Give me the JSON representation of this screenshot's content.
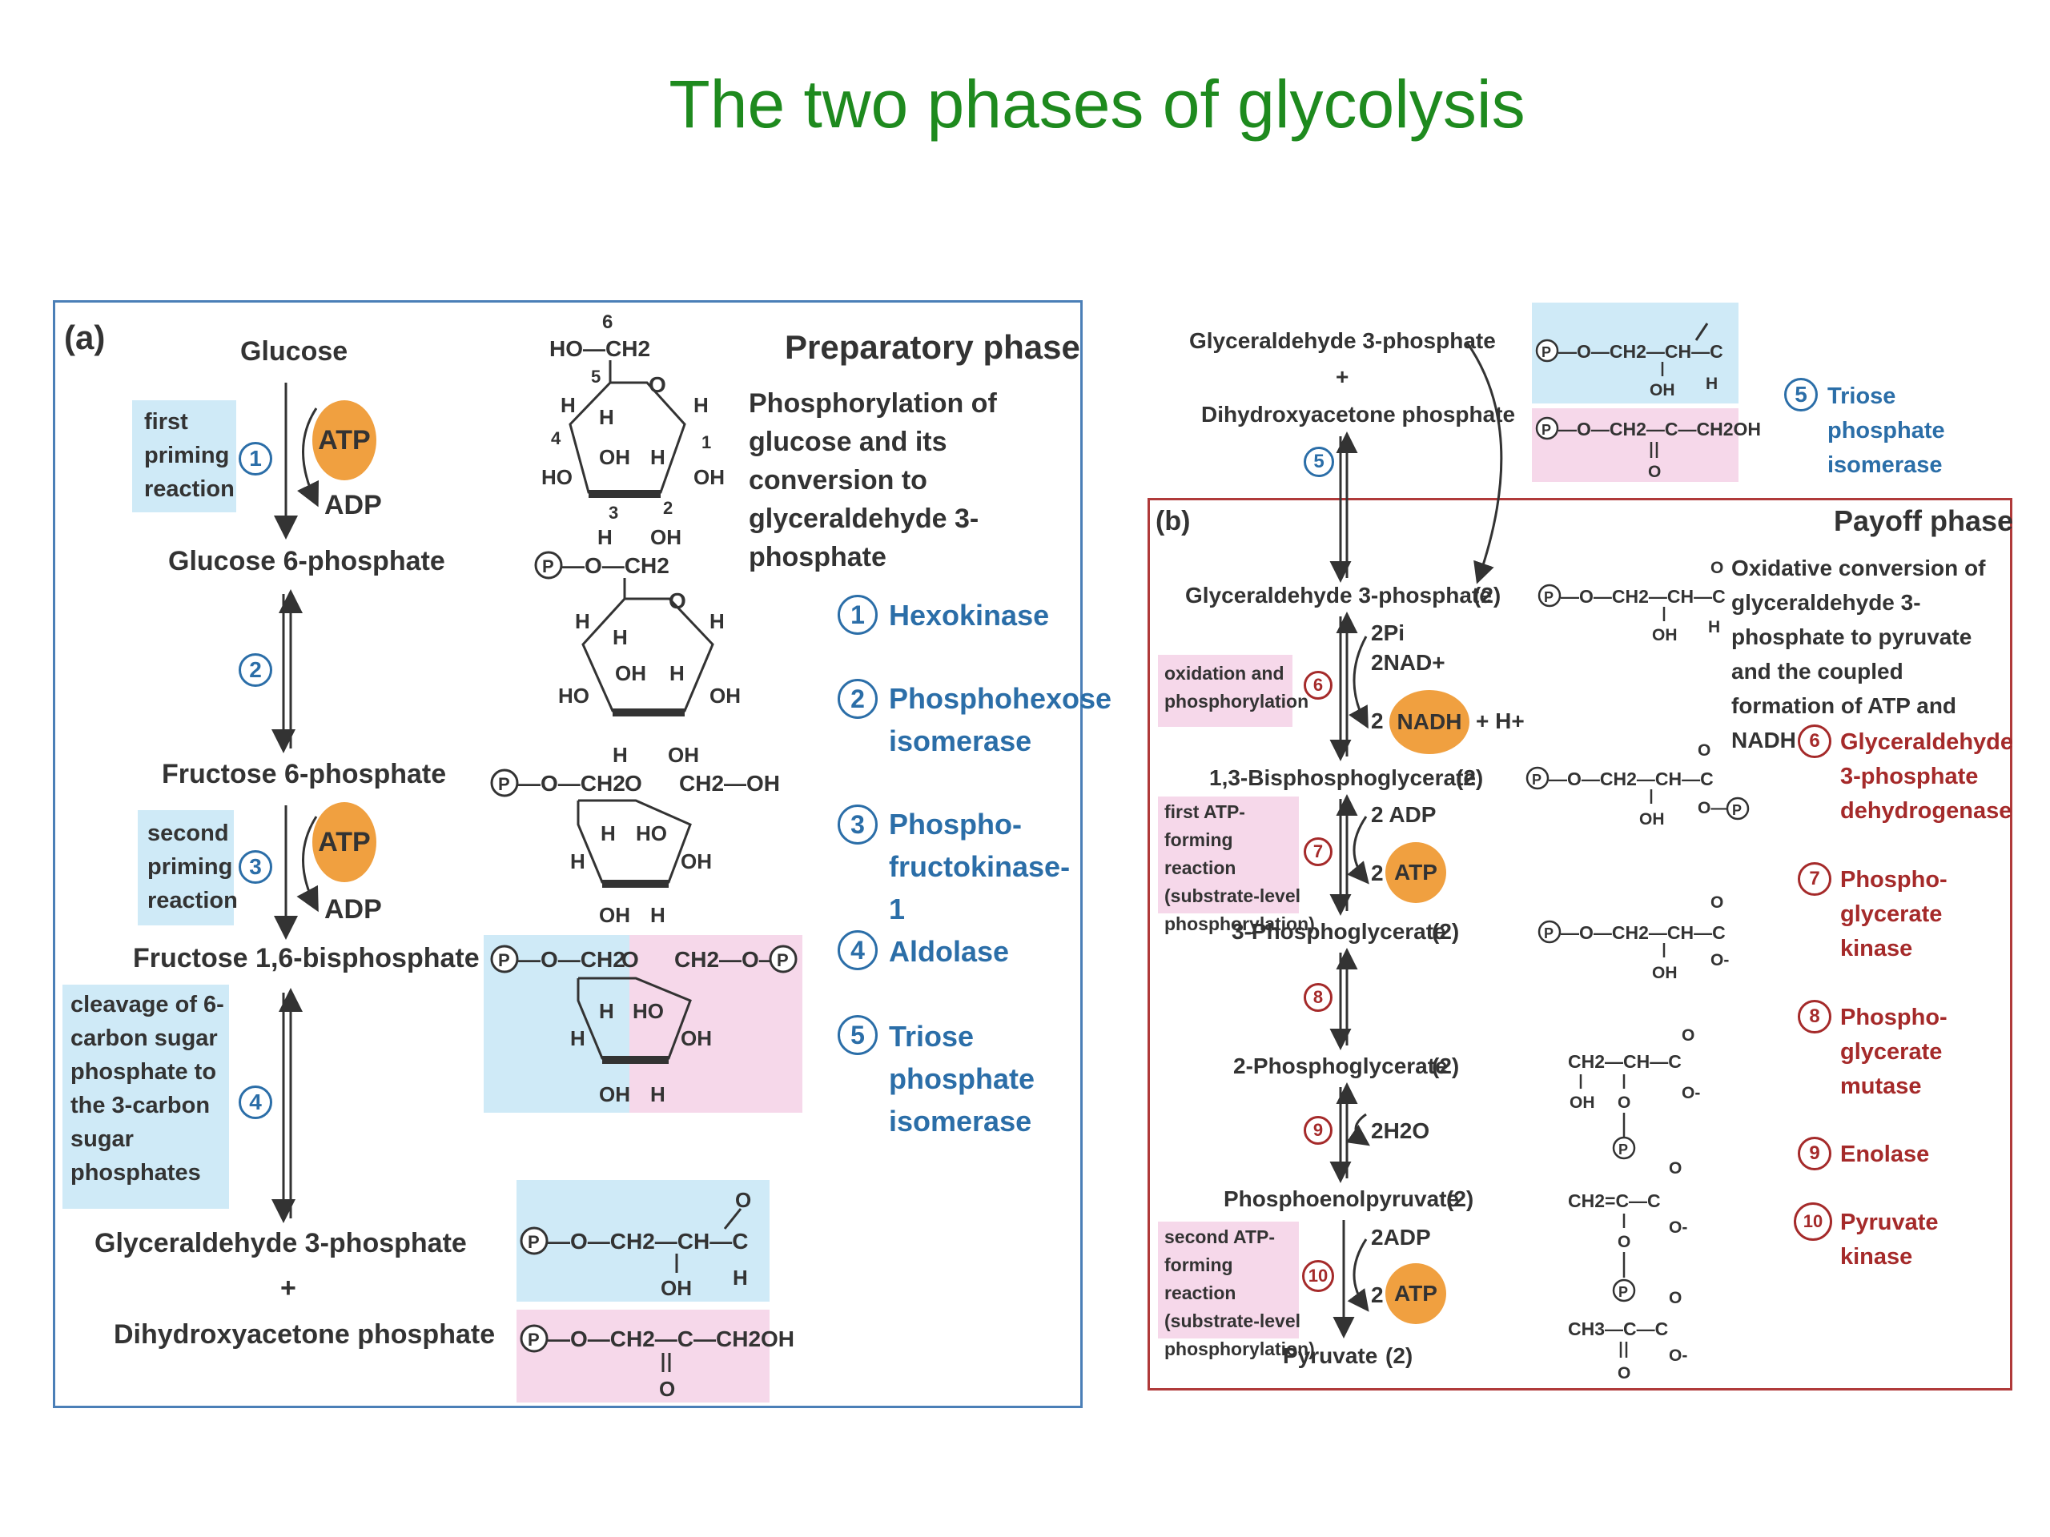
{
  "title": "The two phases of glycolysis",
  "icons": [
    "phosphate-circle-icon",
    "ring-structure-icon"
  ],
  "colors": {
    "title_green": "#1e8a1e",
    "prep_border": "#4b7fb7",
    "payoff_border": "#b03a3a",
    "blue_highlight": "#cfeaf7",
    "pink_highlight": "#f6d8ea",
    "coin_orange": "#f0a040",
    "enzyme_blue": "#2b6ea8",
    "enzyme_red": "#a52a2a"
  },
  "panel_a": {
    "tag": "(a)",
    "phase_title": "Preparatory phase",
    "phase_desc": "Phosphorylation of glucose and its conversion to glyceraldehyde 3-phosphate",
    "metabolites": {
      "glucose": "Glucose",
      "g6p": "Glucose 6-phosphate",
      "f6p": "Fructose 6-phosphate",
      "f16bp": "Fructose 1,6-bisphosphate",
      "gap": "Glyceraldehyde 3-phosphate",
      "plus": "+",
      "dhap": "Dihydroxyacetone phosphate"
    },
    "notes": {
      "first_priming": "first priming reaction",
      "second_priming": "second priming reaction",
      "cleavage": "cleavage of 6-carbon sugar phosphate to the 3-carbon sugar phosphates"
    },
    "cofactors": {
      "atp": "ATP",
      "adp": "ADP"
    },
    "steps": [
      "1",
      "2",
      "3",
      "4"
    ],
    "enzymes": [
      {
        "num": "1",
        "name": "Hexokinase"
      },
      {
        "num": "2",
        "name": "Phosphohexose isomerase"
      },
      {
        "num": "3",
        "name": "Phospho- fructokinase-1"
      },
      {
        "num": "4",
        "name": "Aldolase"
      },
      {
        "num": "5",
        "name": "Triose phosphate isomerase"
      }
    ],
    "structure_labels": {
      "glucose_top_num": "6",
      "ho_ch2": "HO—CH2",
      "c5": "5",
      "c4": "4",
      "c1": "1",
      "c3": "3",
      "c2": "2",
      "o": "O",
      "h": "H",
      "oh": "OH",
      "ho": "HO",
      "p_o_ch2": "—O—CH2",
      "ch2_oh": "CH2—OH",
      "ch2_o_p": "CH2—O—",
      "p": "P",
      "gap_chain": "—O—CH2—CH—C",
      "dhap_chain": "—O—CH2—C—CH2OH"
    }
  },
  "panel_b": {
    "tag": "(b)",
    "phase_title": "Payoff phase",
    "phase_desc": "Oxidative conversion of glyceraldehyde 3-phosphate to pyruvate and the coupled formation of ATP and NADH",
    "top": {
      "gap": "Glyceraldehyde 3-phosphate",
      "plus": "+",
      "dhap": "Dihydroxyacetone phosphate",
      "step": "5",
      "enzyme": "Triose phosphate isomerase"
    },
    "metabolites": {
      "gap2": "Glyceraldehyde 3-phosphate",
      "bpg": "1,3-Bisphosphoglycerate",
      "pg3": "3-Phosphoglycerate",
      "pg2": "2-Phosphoglycerate",
      "pep": "Phosphoenolpyruvate",
      "pyr": "Pyruvate",
      "count": "(2)"
    },
    "notes": {
      "oxidation": "oxidation and phosphorylation",
      "first_atp": "first ATP-forming reaction (substrate-level phosphorylation)",
      "second_atp": "second ATP-forming reaction (substrate-level phosphorylation)"
    },
    "cofactors": {
      "two_pi": "2Pi",
      "two_nad": "2NAD+",
      "two": "2",
      "nadh": "NADH",
      "h_plus": "+ H+",
      "two_adp": "2 ADP",
      "twoadp": "2ADP",
      "atp": "ATP",
      "two_h2o": "2H2O"
    },
    "steps": [
      "6",
      "7",
      "8",
      "9",
      "10"
    ],
    "enzymes": [
      {
        "num": "6",
        "name": "Glyceraldehyde 3-phosphate dehydrogenase"
      },
      {
        "num": "7",
        "name": "Phospho- glycerate kinase"
      },
      {
        "num": "8",
        "name": "Phospho- glycerate mutase"
      },
      {
        "num": "9",
        "name": "Enolase"
      },
      {
        "num": "10",
        "name": "Pyruvate kinase"
      }
    ],
    "structure_labels": {
      "gap_chain": "—O—CH2—CH—C",
      "dhap_chain": "—O—CH2—C—CH2OH",
      "chain_2pg": "CH2—CH—C",
      "chain_pep": "CH2=C—C",
      "chain_pyr": "CH3—C—C",
      "o": "O",
      "o_minus": "O-",
      "oh": "OH",
      "h": "H",
      "p": "P",
      "o_p": "O—"
    }
  }
}
